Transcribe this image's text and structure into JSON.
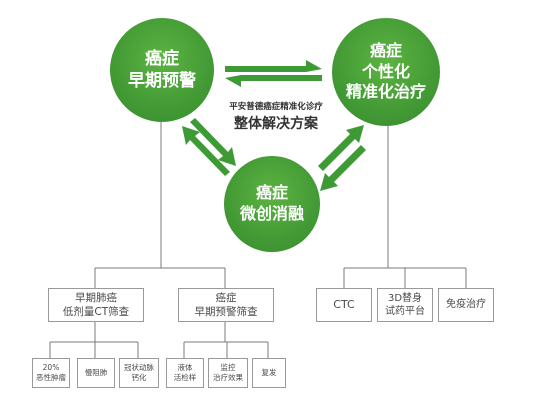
{
  "colors": {
    "green": "#3d9a35",
    "green_light": "#6ab84a",
    "line": "#7b7b7b",
    "box_border": "#9a9a9a"
  },
  "circles": {
    "left": {
      "line1": "癌症",
      "line2": "早期预警"
    },
    "right": {
      "line1": "癌症",
      "line2": "个性化",
      "line3": "精准化治疗"
    },
    "bottom": {
      "line1": "癌症",
      "line2": "微创消融"
    }
  },
  "center": {
    "subtitle": "平安普德癌症精准化诊疗",
    "title": "整体解决方案"
  },
  "left_tree": {
    "groups": [
      {
        "line1": "早期肺癌",
        "line2": "低剂量CT筛查",
        "children": [
          {
            "line1": "20%",
            "line2": "恶性肿瘤"
          },
          {
            "line1": "慢阻肺",
            "line2": ""
          },
          {
            "line1": "冠状动脉",
            "line2": "钙化"
          }
        ]
      },
      {
        "line1": "癌症",
        "line2": "早期预警筛查",
        "children": [
          {
            "line1": "液体",
            "line2": "活检样"
          },
          {
            "line1": "监控",
            "line2": "治疗效果"
          },
          {
            "line1": "复发",
            "line2": ""
          }
        ]
      }
    ]
  },
  "right_tree": {
    "items": [
      {
        "line1": "CTC",
        "line2": ""
      },
      {
        "line1": "3D替身",
        "line2": "试药平台"
      },
      {
        "line1": "免疫治疗",
        "line2": ""
      }
    ]
  }
}
